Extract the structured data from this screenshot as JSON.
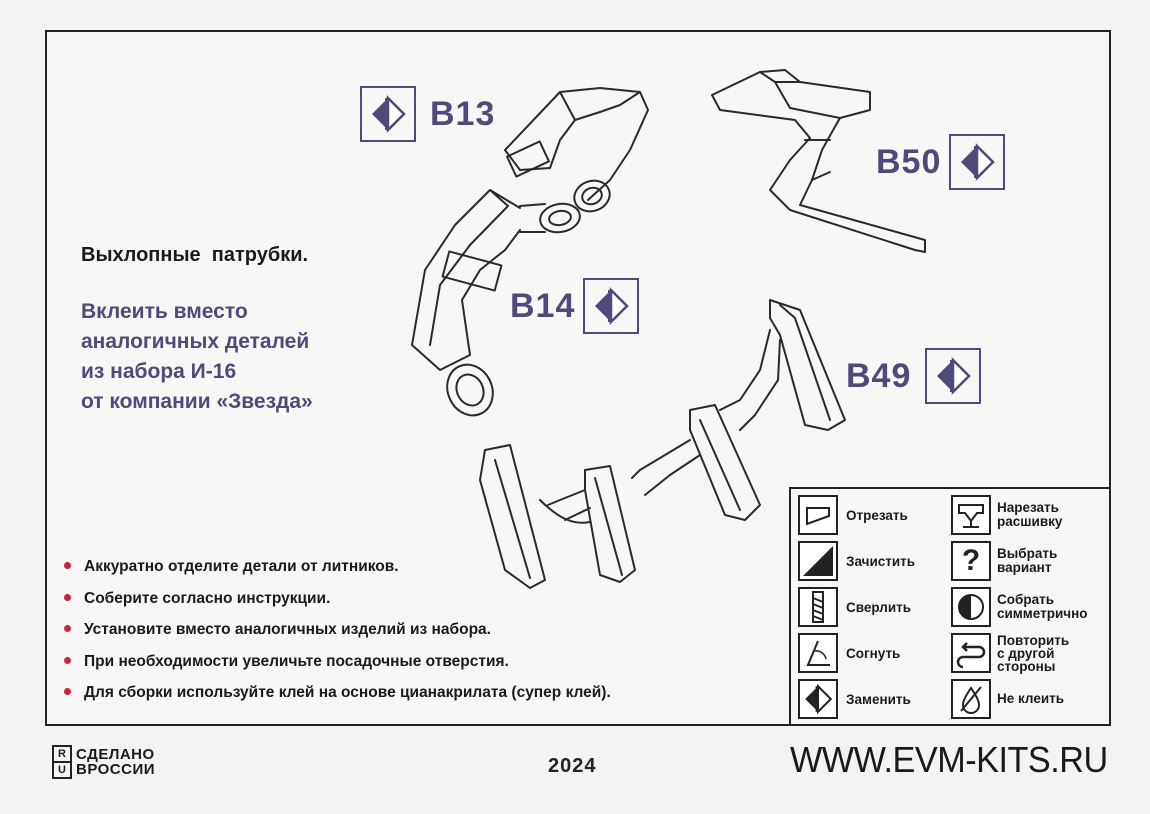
{
  "heading": "Выхлопные  патрубки.",
  "description": [
    "Вклеить вместо",
    "аналогичных деталей",
    "из набора И-16",
    "от компании «Звезда»"
  ],
  "callouts": [
    {
      "label": "B13",
      "icon": "replace-icon"
    },
    {
      "label": "B50",
      "icon": "replace-icon"
    },
    {
      "label": "B14",
      "icon": "replace-icon"
    },
    {
      "label": "B49",
      "icon": "replace-icon"
    }
  ],
  "instructions": [
    "Аккуратно отделите детали от литников.",
    "Соберите согласно инструкции.",
    "Установите вместо аналогичных изделий из набора.",
    "При необходимости увеличьте посадочные отверстия.",
    "Для сборки используйте клей на основе цианакрилата (супер клей)."
  ],
  "legend": {
    "left": [
      {
        "icon": "cut-icon",
        "text": [
          "Отрезать"
        ]
      },
      {
        "icon": "sand-icon",
        "text": [
          "Зачистить"
        ]
      },
      {
        "icon": "drill-icon",
        "text": [
          "Сверлить"
        ]
      },
      {
        "icon": "bend-icon",
        "text": [
          "Согнуть"
        ]
      },
      {
        "icon": "replace-icon",
        "text": [
          "Заменить"
        ]
      }
    ],
    "right": [
      {
        "icon": "scribe-icon",
        "text": [
          "Нарезать",
          "расшивку"
        ]
      },
      {
        "icon": "question-icon",
        "text": [
          "Выбрать",
          "вариант"
        ]
      },
      {
        "icon": "symmetric-icon",
        "text": [
          "Собрать",
          "симметрично"
        ]
      },
      {
        "icon": "repeat-icon",
        "text": [
          "Повторить",
          "с другой",
          "стороны"
        ]
      },
      {
        "icon": "no-glue-icon",
        "text": [
          "Не клеить"
        ]
      }
    ]
  },
  "footer": {
    "made_in_logo": [
      "R",
      "U"
    ],
    "made_in": [
      "СДЕЛАНО",
      "ВРОССИИ"
    ],
    "year": "2024",
    "website": "WWW.EVM-KITS.RU"
  },
  "colors": {
    "accent": "#4e4a7a",
    "bullet": "#d21f3c",
    "ink": "#1a1a1a"
  }
}
